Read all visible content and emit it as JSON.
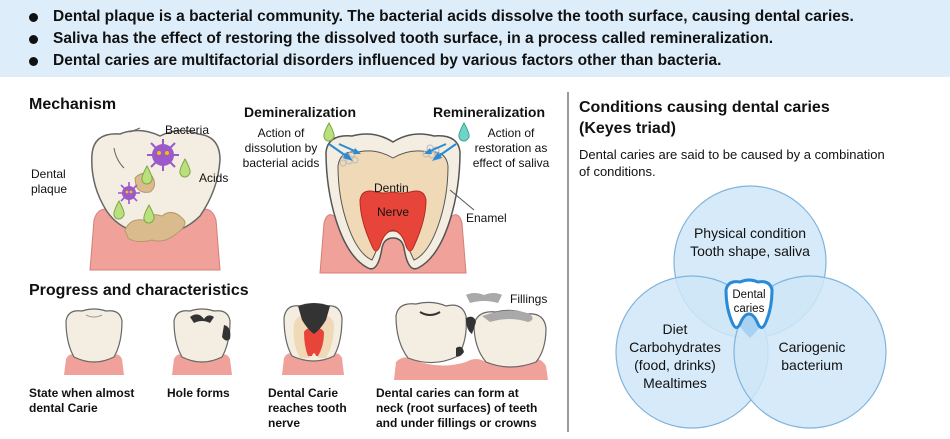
{
  "banner": {
    "points": [
      "Dental plaque is a bacterial community. The bacterial acids dissolve the tooth surface, causing dental caries.",
      "Saliva has the effect of restoring the dissolved tooth surface, in a process called remineralization.",
      "Dental caries are multifactorial disorders influenced by various factors other than bacteria."
    ]
  },
  "mechanism": {
    "title": "Mechanism",
    "bacteria": "Bacteria",
    "acids": "Acids",
    "plaque_line1": "Dental",
    "plaque_line2": "plaque",
    "demin_title": "Demineralization",
    "demin_desc": [
      "Action of",
      "dissolution by",
      "bacterial acids"
    ],
    "remin_title": "Remineralization",
    "remin_desc": [
      "Action of",
      "restoration as",
      "effect of saliva"
    ],
    "dentin": "Dentin",
    "nerve": "Nerve",
    "enamel": "Enamel"
  },
  "progress": {
    "title": "Progress and characteristics",
    "fillings": "Fillings",
    "captions": [
      [
        "State when almost",
        "dental Carie"
      ],
      [
        "Hole forms"
      ],
      [
        "Dental Carie",
        "reaches tooth",
        "nerve"
      ],
      [
        "Dental caries can form at",
        "neck (root surfaces) of teeth",
        "and under fillings or crowns"
      ]
    ]
  },
  "conditions": {
    "title_line1": "Conditions causing dental caries",
    "title_line2": "(Keyes triad)",
    "desc_line1": "Dental caries are said to be caused by a combination",
    "desc_line2": "of conditions.",
    "top_line1": "Physical condition",
    "top_line2": "Tooth shape, saliva",
    "left_line1": "Diet",
    "left_line2": "Carbohydrates",
    "left_line3": "(food, drinks)",
    "left_line4": "Mealtimes",
    "right_line1": "Cariogenic",
    "right_line2": "bacterium",
    "center_line1": "Dental",
    "center_line2": "caries"
  },
  "colors": {
    "banner_bg": "#ddeefa",
    "venn_fill": "#cfe6f8",
    "venn_stroke": "#7fb4dd",
    "gum": "#f0a19a",
    "tooth": "#f3eee1",
    "dentin": "#efd9b7",
    "nerve": "#e8453a",
    "plaque": "#d9bb8e",
    "bacteria": "#9b59c9",
    "acid_drop": "#b9e07d",
    "saliva_drop": "#6fd3c5",
    "arrow": "#2a8ad6"
  }
}
